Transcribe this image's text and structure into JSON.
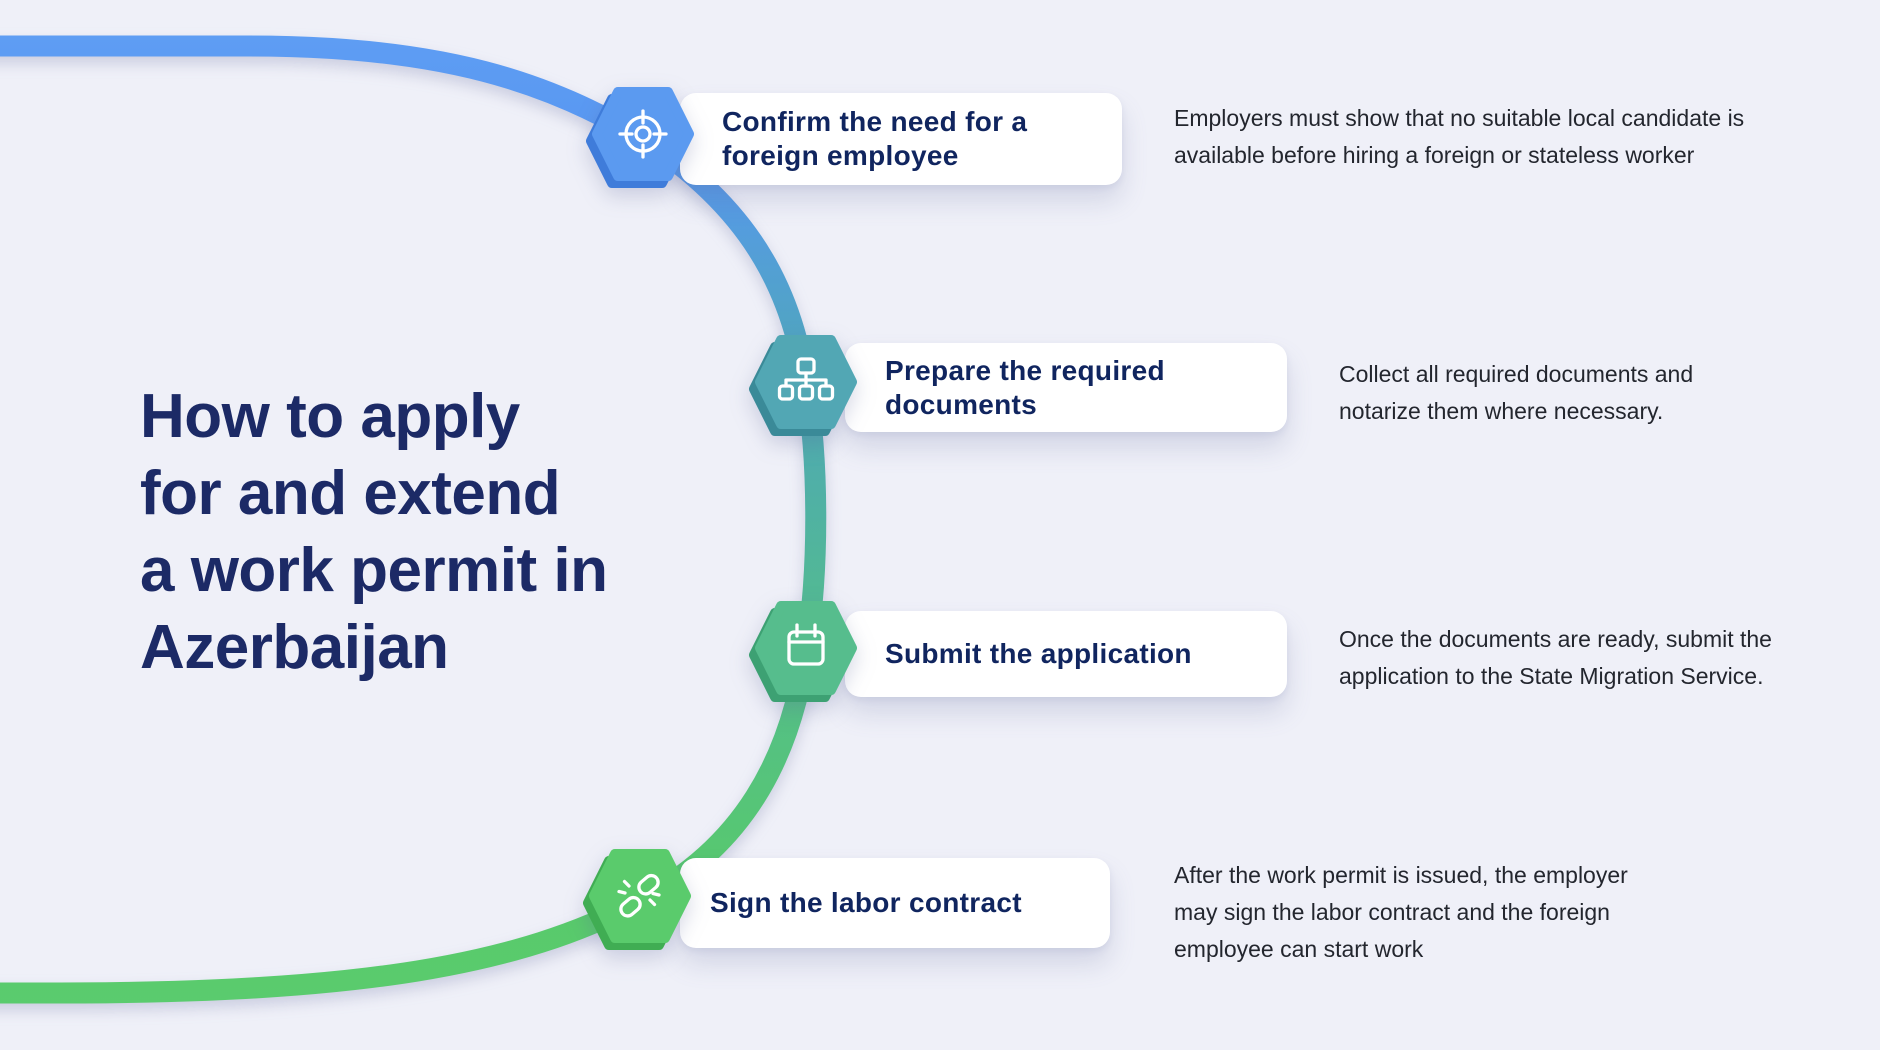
{
  "page": {
    "background_color": "#eff0f8",
    "title_color": "#1c2a66",
    "card_text_color": "#10255f",
    "description_text_color": "#23262e"
  },
  "title": {
    "full_text": "How to apply for and extend a work permit in Azerbaijan",
    "lines": [
      "How to apply",
      "for and extend",
      "a work permit in",
      "Azerbaijan"
    ]
  },
  "flow_line": {
    "stop_colors": [
      "#609ff4",
      "#5897f1",
      "#4ea8b6",
      "#53bd8c",
      "#58ca6b",
      "#5bcc6f"
    ]
  },
  "steps": [
    {
      "icon": "target-icon",
      "hex_color": "#5b9af0",
      "hex_dark": "#3f7cda",
      "label": "Confirm the need for a foreign employee",
      "label_lines": [
        "Confirm the need for a",
        "foreign employee"
      ],
      "description": "Employers must show that no suitable local candidate is available before hiring a foreign or stateless worker",
      "description_lines": [
        "Employers must show that no suitable local candidate is",
        "available before hiring a foreign or stateless worker"
      ]
    },
    {
      "icon": "sitemap-icon",
      "hex_color": "#52a7b4",
      "hex_dark": "#3a8a98",
      "label": "Prepare the required documents",
      "label_lines": [
        "Prepare the required",
        "documents"
      ],
      "description": "Collect all required documents and notarize them where necessary.",
      "description_lines": [
        "Collect all required documents and",
        "notarize them where necessary."
      ]
    },
    {
      "icon": "calendar-icon",
      "hex_color": "#56bd8d",
      "hex_dark": "#3da173",
      "label": "Submit the application",
      "label_lines": [
        "Submit the application"
      ],
      "description": "Once the documents are ready, submit the application to the State Migration Service.",
      "description_lines": [
        "Once the documents are ready, submit the",
        "application to the State Migration Service."
      ]
    },
    {
      "icon": "broken-link-icon",
      "hex_color": "#5acb6c",
      "hex_dark": "#40ad53",
      "label": "Sign the labor contract",
      "label_lines": [
        "Sign the labor contract"
      ],
      "description": "After the work permit is issued, the employer may sign the labor contract and the foreign employee can start work",
      "description_lines": [
        "After the work permit is issued, the employer",
        "may sign the labor contract and the foreign",
        "employee can start work"
      ]
    }
  ]
}
